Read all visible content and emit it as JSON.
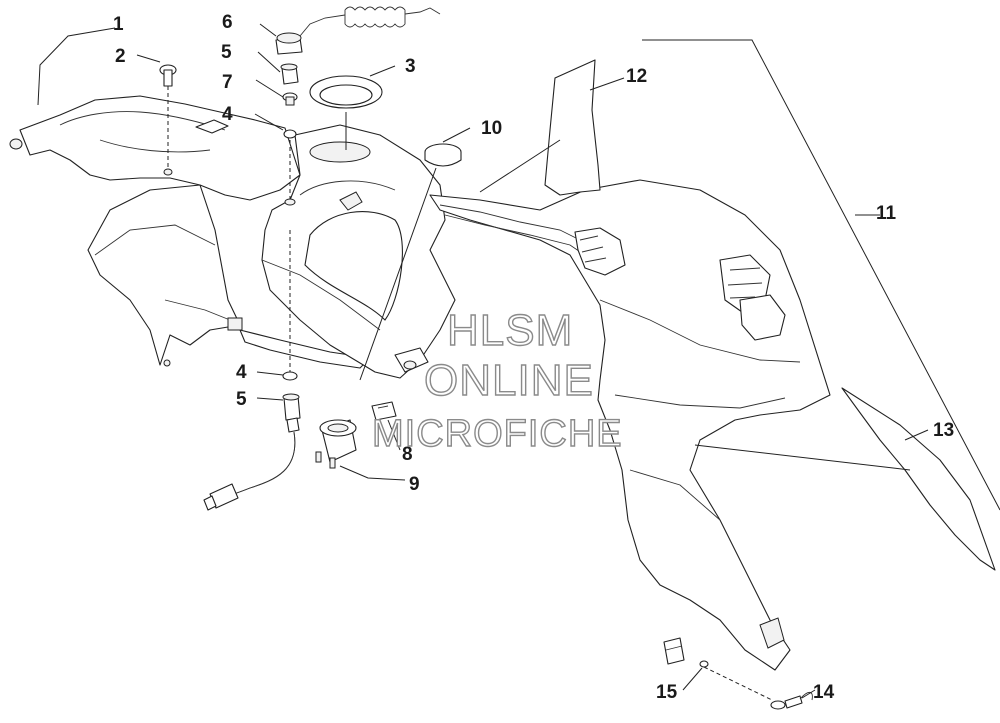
{
  "diagram": {
    "callouts": [
      {
        "id": "1",
        "label": "1"
      },
      {
        "id": "2",
        "label": "2"
      },
      {
        "id": "3",
        "label": "3"
      },
      {
        "id": "4a",
        "label": "4"
      },
      {
        "id": "4b",
        "label": "4"
      },
      {
        "id": "5a",
        "label": "5"
      },
      {
        "id": "5b",
        "label": "5"
      },
      {
        "id": "6",
        "label": "6"
      },
      {
        "id": "7",
        "label": "7"
      },
      {
        "id": "8",
        "label": "8"
      },
      {
        "id": "9",
        "label": "9"
      },
      {
        "id": "10",
        "label": "10"
      },
      {
        "id": "11",
        "label": "11"
      },
      {
        "id": "12",
        "label": "12"
      },
      {
        "id": "13",
        "label": "13"
      },
      {
        "id": "14",
        "label": "14"
      },
      {
        "id": "15",
        "label": "15"
      }
    ],
    "watermark": {
      "line1": "HLSM",
      "line2": "ONLINE",
      "line3": "MICROFICHE"
    }
  }
}
